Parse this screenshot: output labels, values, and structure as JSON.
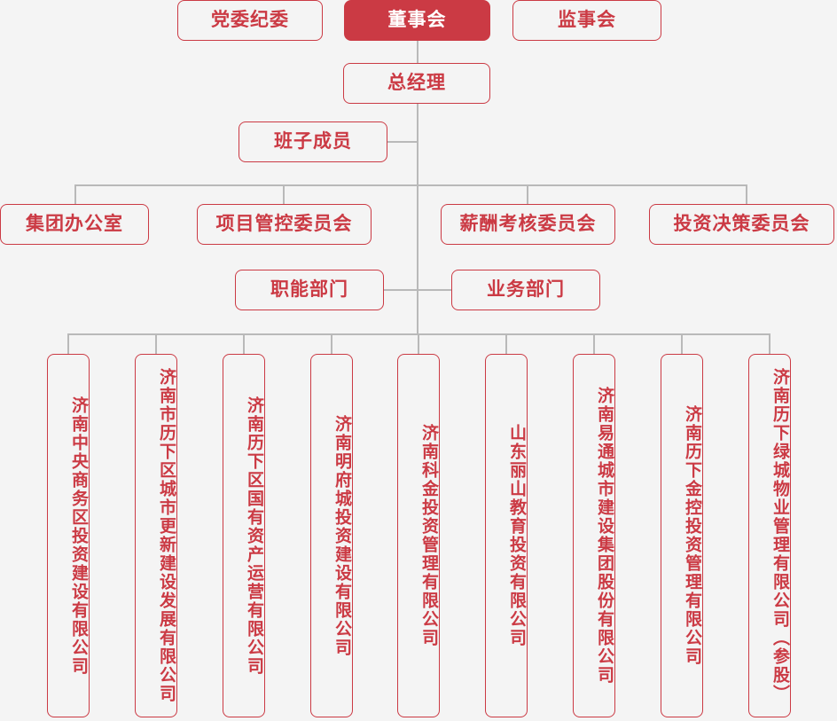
{
  "colors": {
    "background": "#f4f4f4",
    "accent": "#cb3a44",
    "line": "#b9b9b9",
    "filled_text": "#ffffff"
  },
  "chart_data": {
    "type": "diagram",
    "title": "",
    "orientation": "top-down organizational hierarchy"
  },
  "top_row": {
    "party_committee": "党委纪委",
    "board_of_directors": "董事会",
    "board_of_supervisors": "监事会"
  },
  "general_manager": "总经理",
  "team_members": "班子成员",
  "committees": [
    {
      "label": "集团办公室"
    },
    {
      "label": "项目管控委员会"
    },
    {
      "label": "薪酬考核委员会"
    },
    {
      "label": "投资决策委员会"
    }
  ],
  "department_row": {
    "functional": "职能部门",
    "business": "业务部门"
  },
  "subsidiaries": [
    {
      "label": "济南中央商务区投资建设有限公司"
    },
    {
      "label": "济南市历下区城市更新建设发展有限公司"
    },
    {
      "label": "济南历下区国有资产运营有限公司"
    },
    {
      "label": "济南明府城投资建设有限公司"
    },
    {
      "label": "济南科金投资管理有限公司"
    },
    {
      "label": "山东丽山教育投资有限公司"
    },
    {
      "label": "济南易通城市建设集团股份有限公司"
    },
    {
      "label": "济南历下金控投资管理有限公司"
    },
    {
      "label": "济南历下绿城物业管理有限公司（参股）"
    }
  ]
}
